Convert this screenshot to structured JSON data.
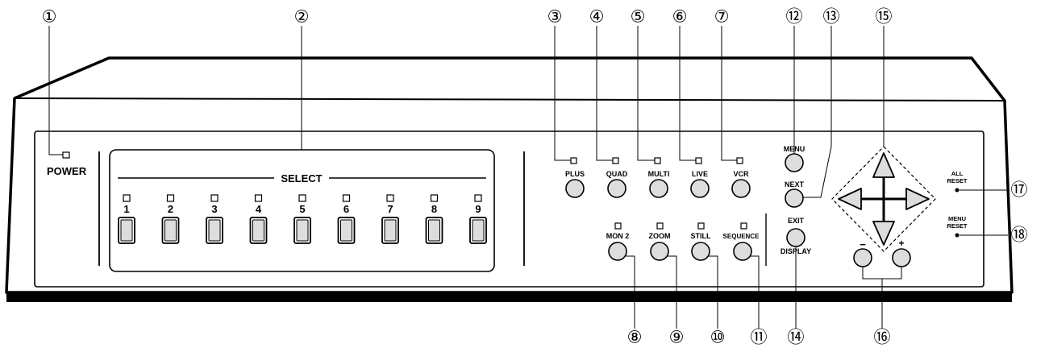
{
  "callouts": [
    "①",
    "②",
    "③",
    "④",
    "⑤",
    "⑥",
    "⑦",
    "⑧",
    "⑨",
    "⑩",
    "⑪",
    "⑫",
    "⑬",
    "⑭",
    "⑮",
    "⑯",
    "⑰",
    "⑱"
  ],
  "labels": {
    "power": "POWER",
    "select": "SELECT",
    "plus": "PLUS",
    "quad": "QUAD",
    "multi": "MULTI",
    "live": "LIVE",
    "vcr": "VCR",
    "mon2": "MON 2",
    "zoom": "ZOOM",
    "still": "STILL",
    "sequence": "SEQUENCE",
    "menu": "MENU",
    "next": "NEXT",
    "exit": "EXIT",
    "display": "DISPLAY",
    "all": "ALL",
    "reset": "RESET",
    "menu_small": "MENU",
    "minus": "−",
    "plus_sign": "+"
  },
  "select_buttons": [
    "1",
    "2",
    "3",
    "4",
    "5",
    "6",
    "7",
    "8",
    "9"
  ]
}
